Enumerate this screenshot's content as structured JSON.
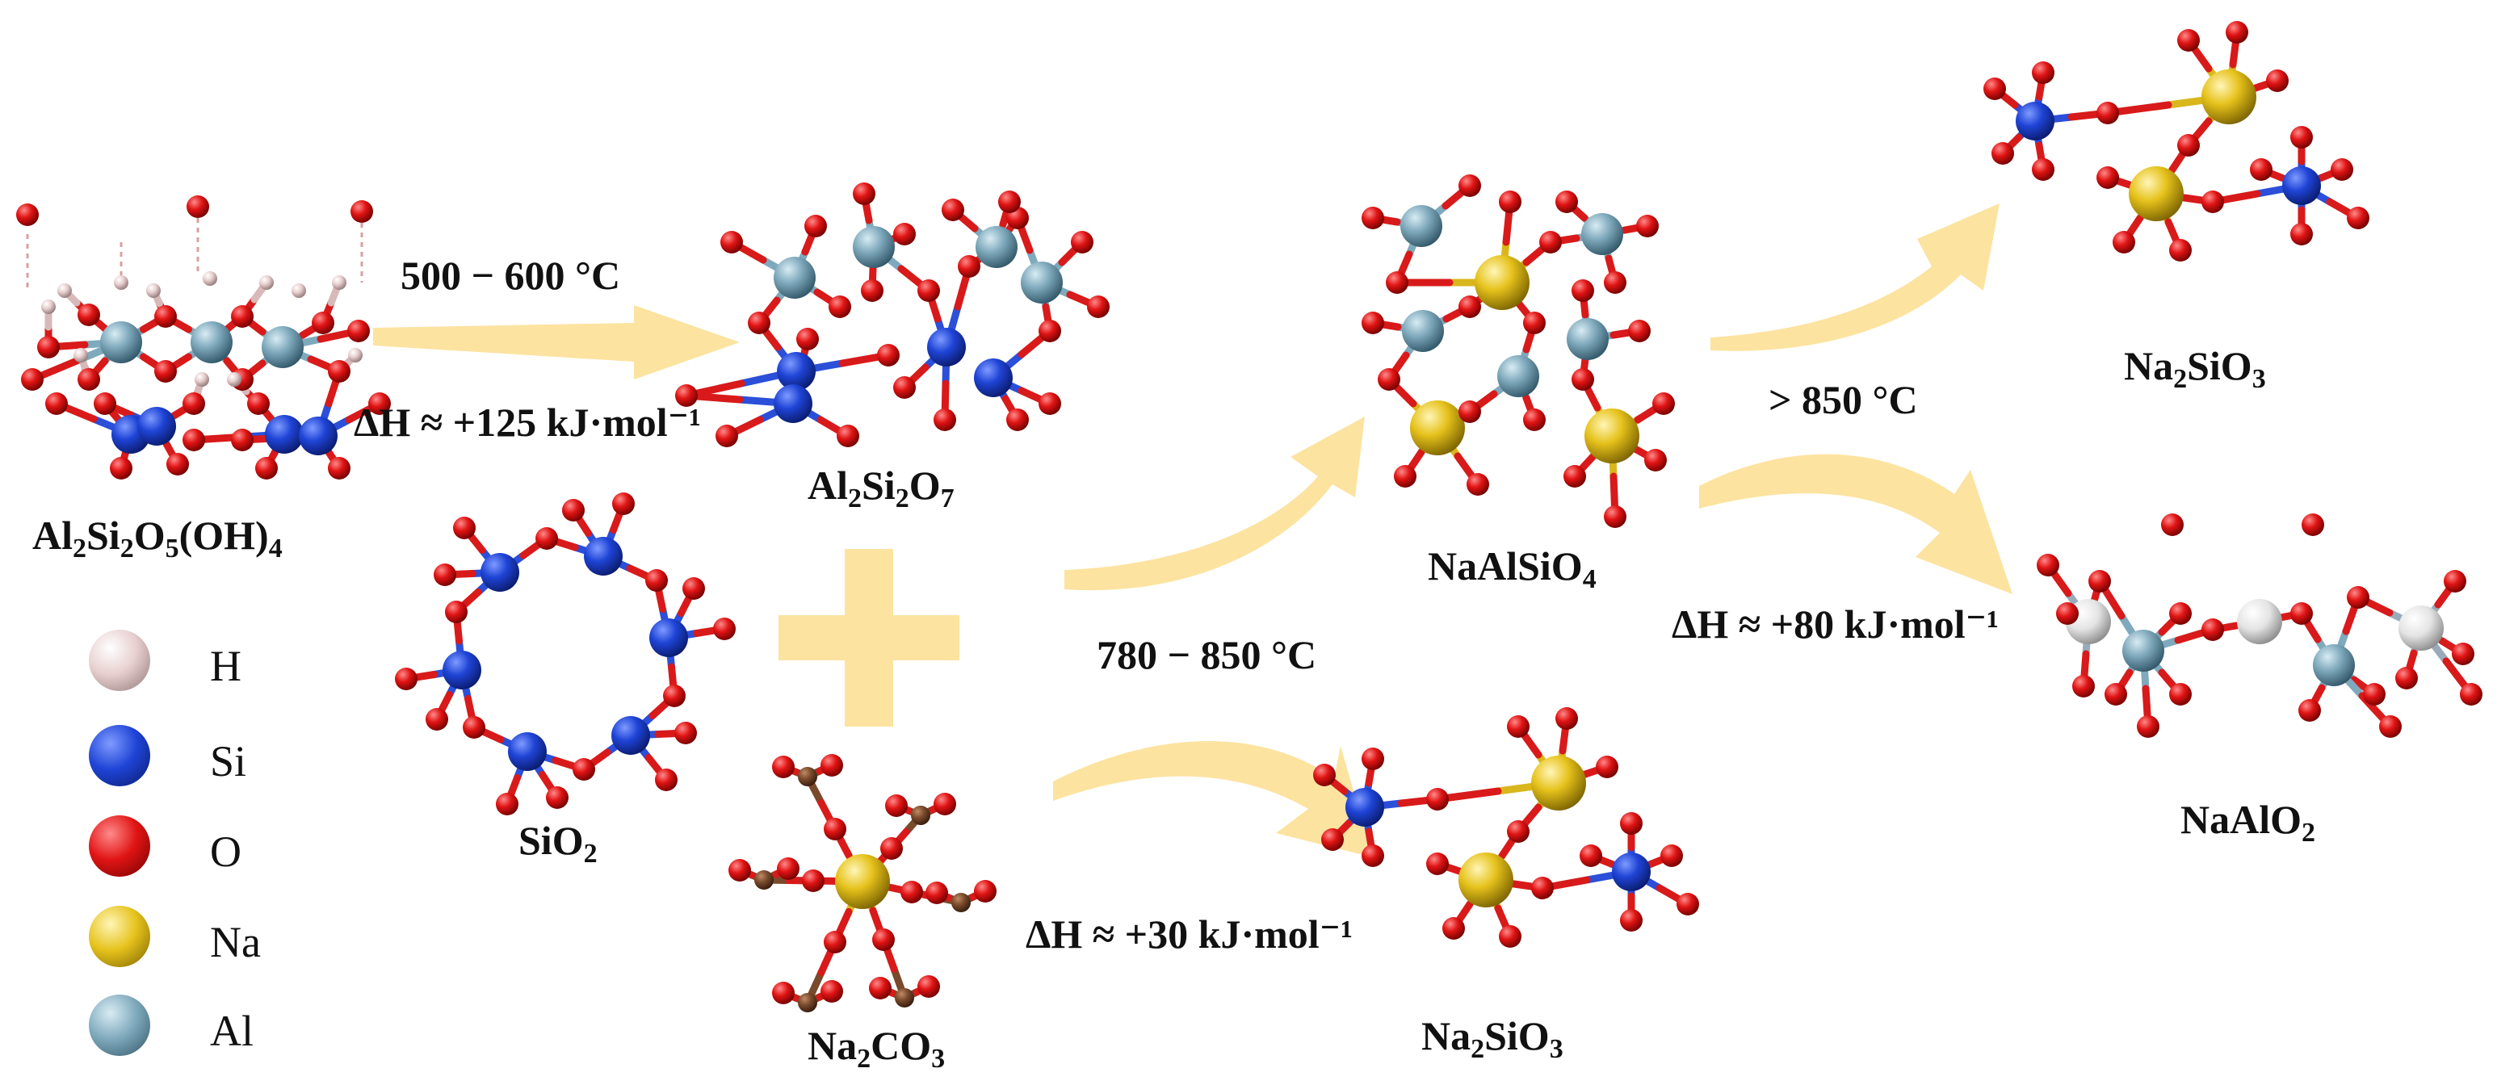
{
  "colors": {
    "arrow": "#FCE3A0",
    "H": "#E8CFCF",
    "Si": "#1F44D6",
    "O": "#E01414",
    "Na": "#E6C21C",
    "Al": "#7FA9BC",
    "C": "#7A4A2C"
  },
  "legend": [
    {
      "symbol": "H",
      "color_key": "H"
    },
    {
      "symbol": "Si",
      "color_key": "Si"
    },
    {
      "symbol": "O",
      "color_key": "O"
    },
    {
      "symbol": "Na",
      "color_key": "Na"
    },
    {
      "symbol": "Al",
      "color_key": "Al"
    }
  ],
  "conditions": {
    "dehydroxylation_temp": "500 − 600 °C",
    "dehydroxylation_dH": "ΔH ≈ +125 kJ·mol⁻¹",
    "fusion_temp": "780 − 850 °C",
    "silicate_dH": "ΔH ≈ +30 kJ·mol⁻¹",
    "decomposition_temp": "> 850 °C",
    "decomposition_dH": "ΔH ≈ +80 kJ·mol⁻¹"
  },
  "formulas": {
    "kaolinite": {
      "p1": "Al",
      "s1": "2",
      "p2": "Si",
      "s2": "2",
      "p3": "O",
      "s3": "5",
      "p4": "(OH)",
      "s4": "4"
    },
    "metakaolin": {
      "p1": "Al",
      "s1": "2",
      "p2": "Si",
      "s2": "2",
      "p3": "O",
      "s3": "7"
    },
    "silica": {
      "p1": "SiO",
      "s1": "2"
    },
    "soda": {
      "p1": "Na",
      "s1": "2",
      "p2": "CO",
      "s2": "3"
    },
    "nepheline": {
      "p1": "NaAlSiO",
      "s1": "4"
    },
    "silicate_bottom": {
      "p1": "Na",
      "s1": "2",
      "p2": "SiO",
      "s2": "3"
    },
    "silicate_top": {
      "p1": "Na",
      "s1": "2",
      "p2": "SiO",
      "s2": "3"
    },
    "aluminate": {
      "p1": "NaAlO",
      "s1": "2"
    }
  }
}
